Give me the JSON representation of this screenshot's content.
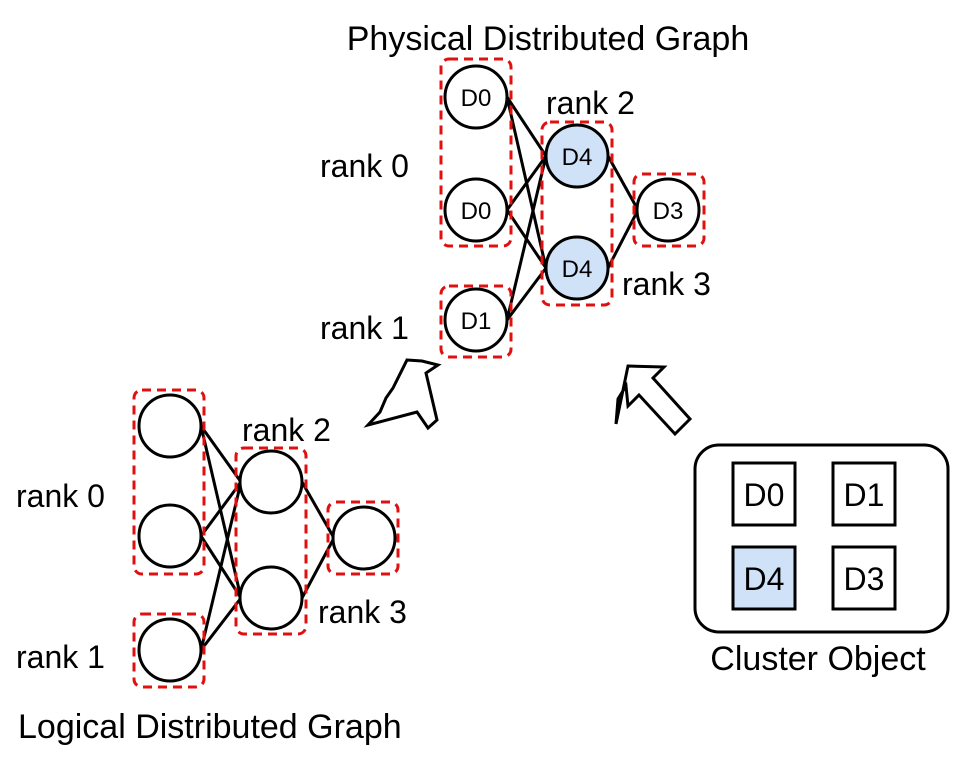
{
  "physical": {
    "title": "Physical Distributed Graph",
    "rank0": "rank 0",
    "rank1": "rank 1",
    "rank2": "rank 2",
    "rank3": "rank 3",
    "nodes": {
      "n0a": "D0",
      "n0b": "D0",
      "n1": "D1",
      "n2a": "D4",
      "n2b": "D4",
      "n3": "D3"
    }
  },
  "logical": {
    "title": "Logical Distributed Graph",
    "rank0": "rank 0",
    "rank1": "rank 1",
    "rank2": "rank 2",
    "rank3": "rank 3"
  },
  "cluster": {
    "title": "Cluster Object",
    "cells": [
      "D0",
      "D1",
      "D4",
      "D3"
    ],
    "highlighted_cell": "D4"
  },
  "colors": {
    "highlight_fill": "#cfe2f8",
    "group_border": "#e01010",
    "stroke": "#000000"
  }
}
